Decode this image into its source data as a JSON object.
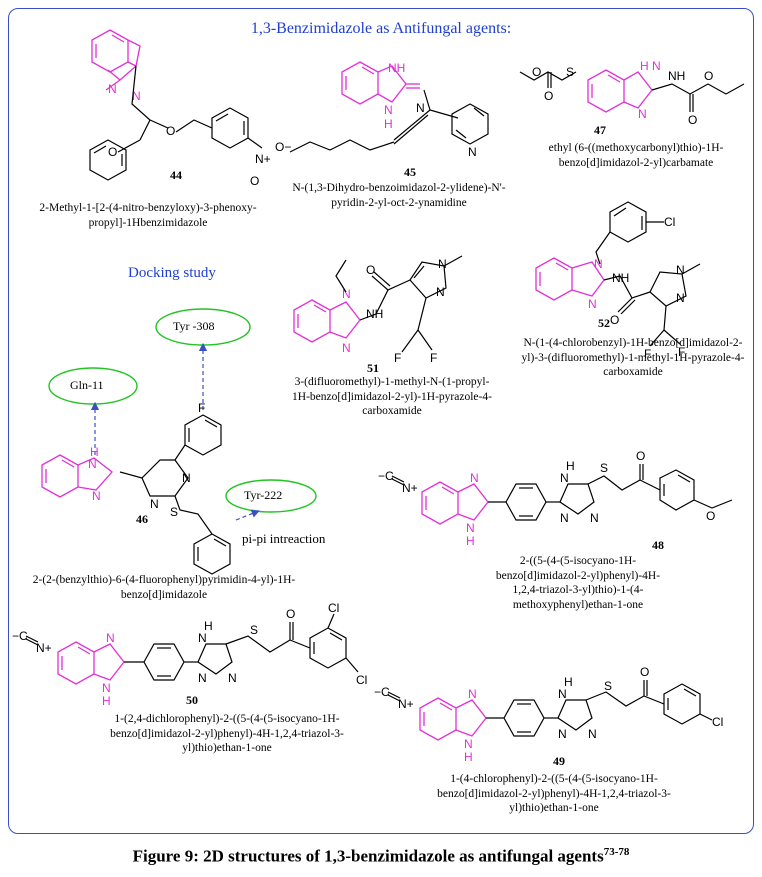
{
  "title": "1,3-Benzimidazole as Antifungal agents:",
  "docking_title": "Docking study",
  "compounds": [
    {
      "number": "44",
      "name": "2-Methyl-1-[2-(4-nitro-benzyloxy)-3-phenoxy-propyl]-1Hbenzimidazole"
    },
    {
      "number": "45",
      "name": "N-(1,3-Dihydro-benzoimidazol-2-ylidene)-N'-pyridin-2-yl-oct-2-ynamidine"
    },
    {
      "number": "47",
      "name": "ethyl (6-((methoxycarbonyl)thio)-1H-benzo[d]imidazol-2-yl)carbamate"
    },
    {
      "number": "51",
      "name": "3-(difluoromethyl)-1-methyl-N-(1-propyl-1H-benzo[d]imidazol-2-yl)-1H-pyrazole-4-carboxamide"
    },
    {
      "number": "52",
      "name": "N-(1-(4-chlorobenzyl)-1H-benzo[d]imidazol-2-yl)-3-(difluoromethyl)-1-methyl-1H-pyrazole-4-carboxamide"
    },
    {
      "number": "46",
      "name": "2-(2-(benzylthio)-6-(4-fluorophenyl)pyrimidin-4-yl)-1H-benzo[d]imidazole"
    },
    {
      "number": "48",
      "name": "2-((5-(4-(5-isocyano-1H-benzo[d]imidazol-2-yl)phenyl)-4H-1,2,4-triazol-3-yl)thio)-1-(4-methoxyphenyl)ethan-1-one"
    },
    {
      "number": "50",
      "name": "1-(2,4-dichlorophenyl)-2-((5-(4-(5-isocyano-1H-benzo[d]imidazol-2-yl)phenyl)-4H-1,2,4-triazol-3-yl)thio)ethan-1-one"
    },
    {
      "number": "49",
      "name": "1-(4-chlorophenyl)-2-((5-(4-(5-isocyano-1H-benzo[d]imidazol-2-yl)phenyl)-4H-1,2,4-triazol-3-yl)thio)ethan-1-one"
    }
  ],
  "interactions": {
    "gln": "Gln-11",
    "tyr308": "Tyr -308",
    "tyr222": "Tyr-222",
    "pipi": "pi-pi intreaction"
  },
  "atoms": {
    "N": "N",
    "NH": "NH",
    "H": "H",
    "O": "O",
    "S": "S",
    "F": "F",
    "Cl": "Cl",
    "H_N": "H N",
    "N_plus": "N+",
    "O_minus": "O−",
    "C_minus": "−C"
  },
  "caption": {
    "text": "Figure 9: 2D structures of 1,3-benzimidazole as antifungal agents",
    "ref": "73-78"
  },
  "colors": {
    "frame": "#3b4fc4",
    "heading": "#1f3fd2",
    "scaffold": "#e22fd7",
    "ellipse": "#22c422",
    "arrow": "#3b4fc4"
  }
}
